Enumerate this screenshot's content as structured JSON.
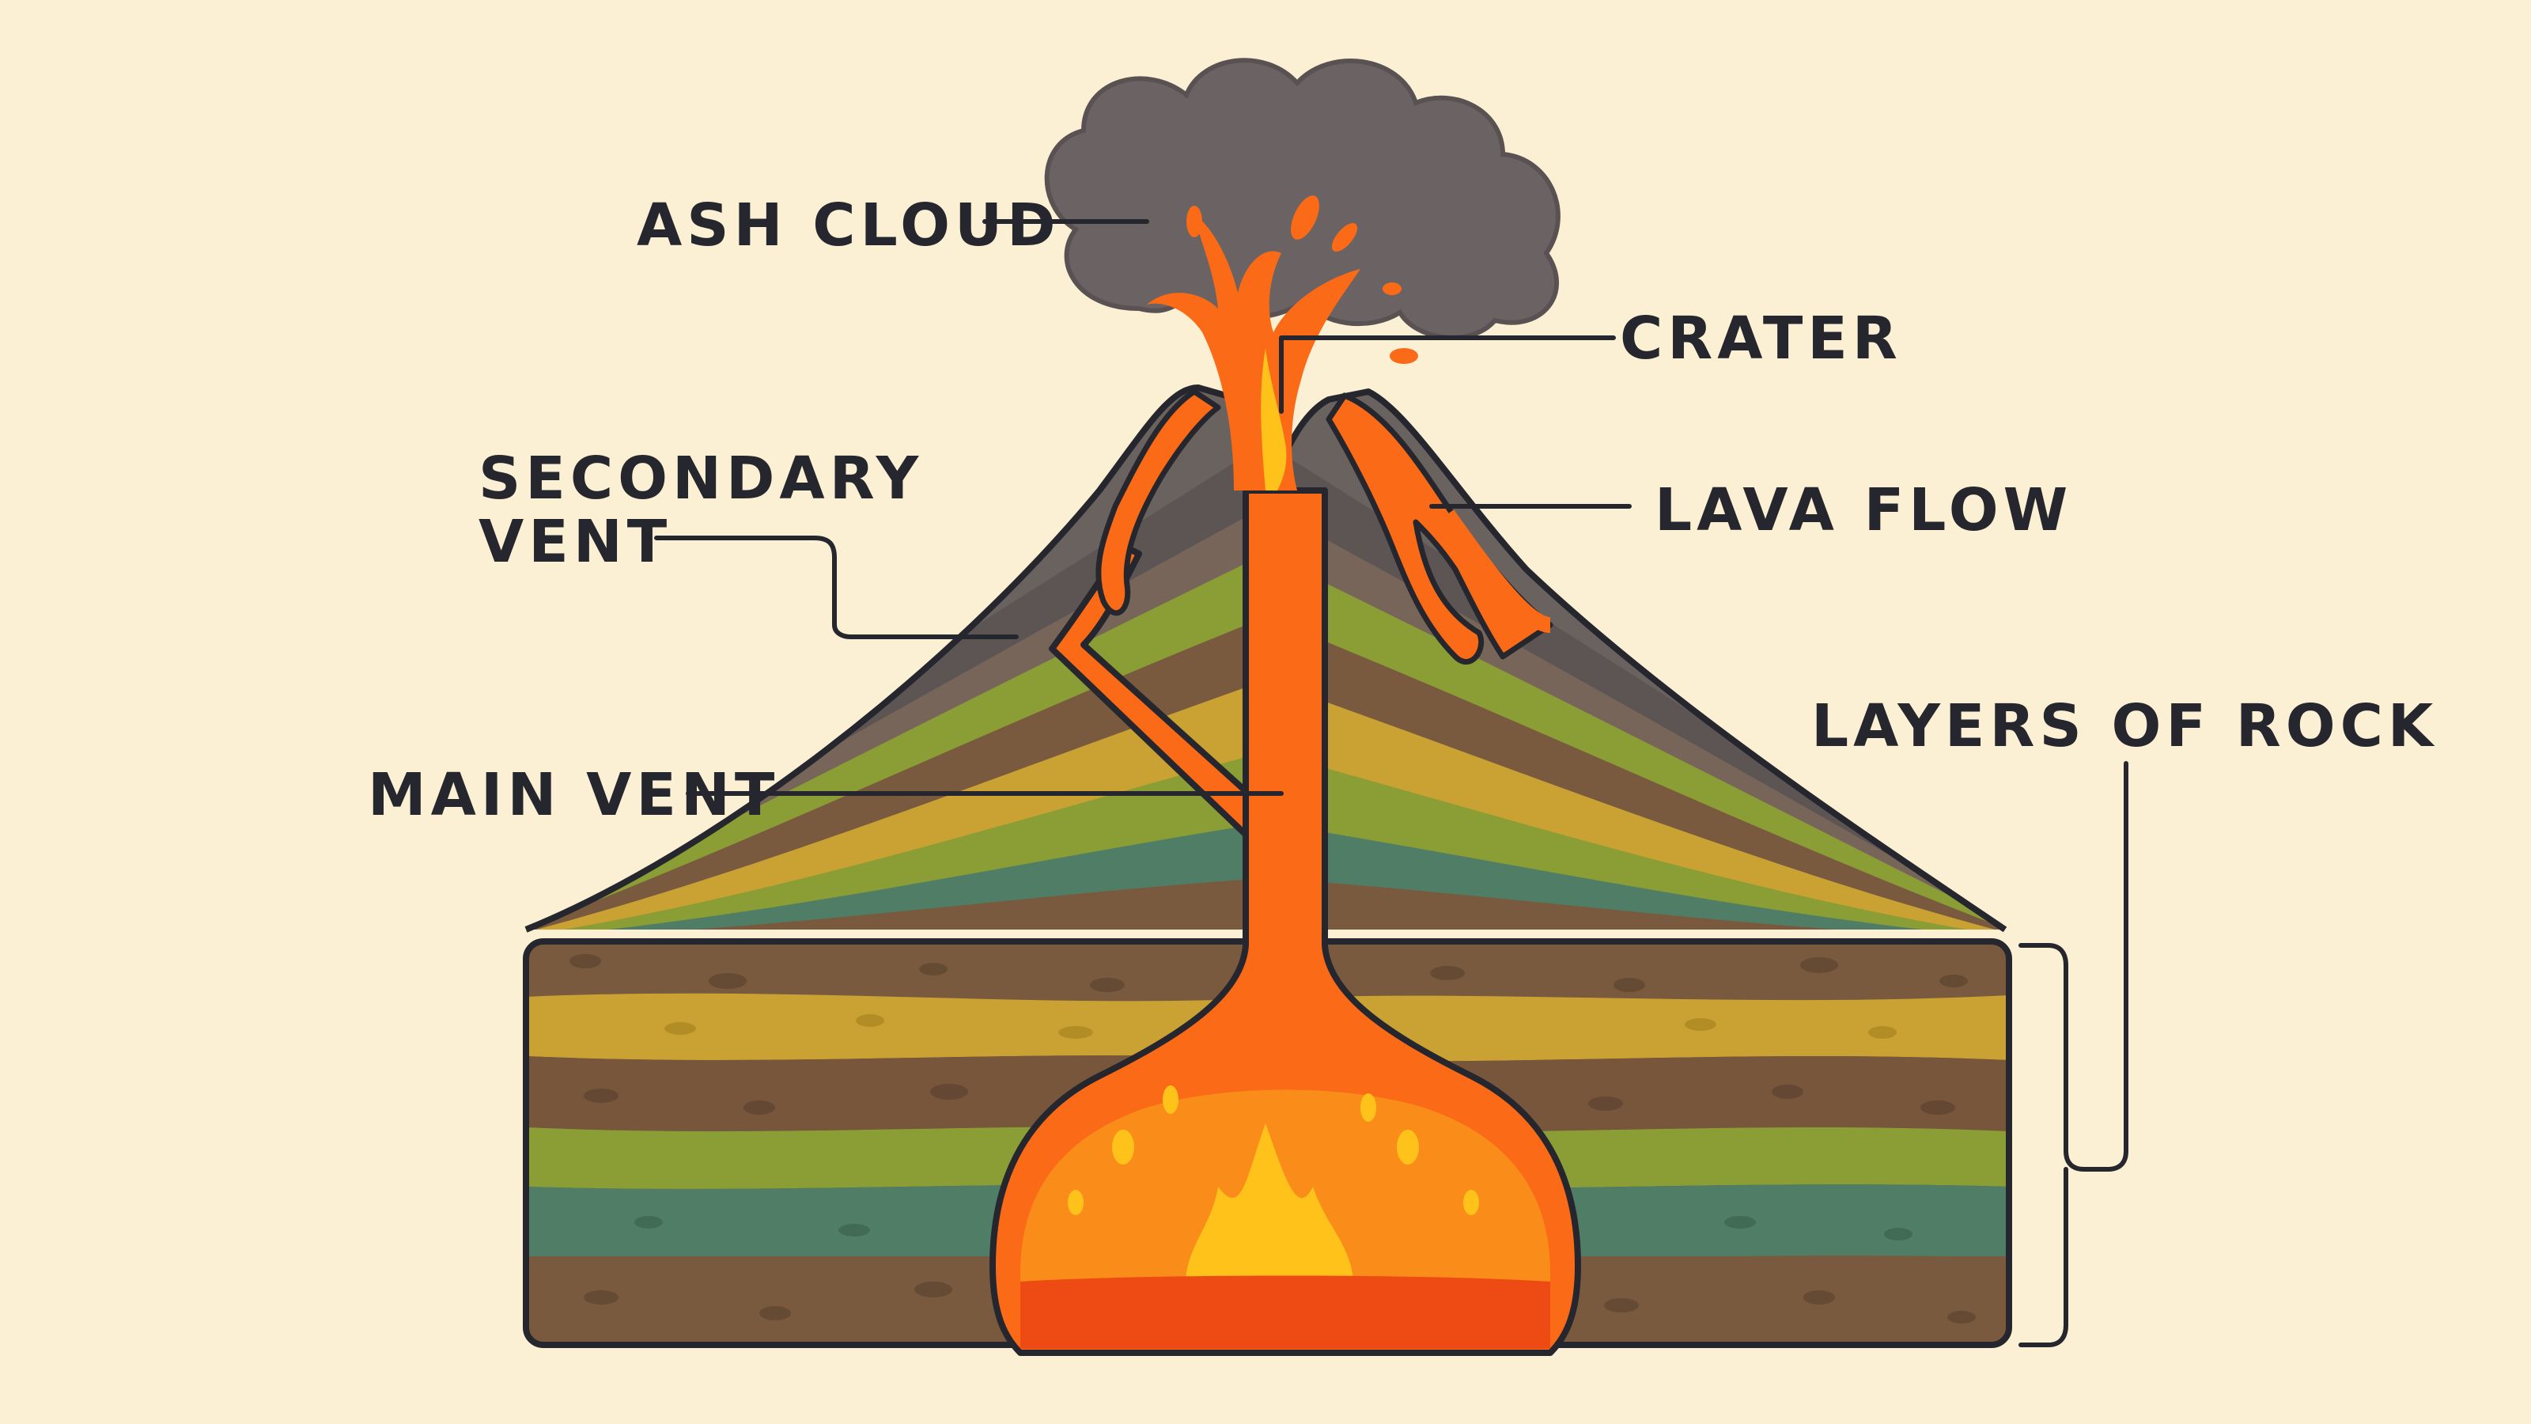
{
  "labels": {
    "ash_cloud": "ASH CLOUD",
    "crater": "CRATER",
    "secondary_vent": [
      "SECONDARY",
      "VENT"
    ],
    "lava_flow": "LAVA FLOW",
    "main_vent": "MAIN VENT",
    "layers_of_rock": "LAYERS OF ROCK"
  },
  "colors": {
    "background": "#fbf0d4",
    "ash": "#6b6363",
    "lava": "#fb6a16",
    "magma_core": "#ffc21a",
    "outline": "#26272e",
    "rock_brown": "#7a5a3e",
    "rock_mustard": "#c9a233",
    "rock_green": "#8b9e35",
    "rock_teal": "#4f7d65",
    "cone_gray": "#6a625f"
  }
}
